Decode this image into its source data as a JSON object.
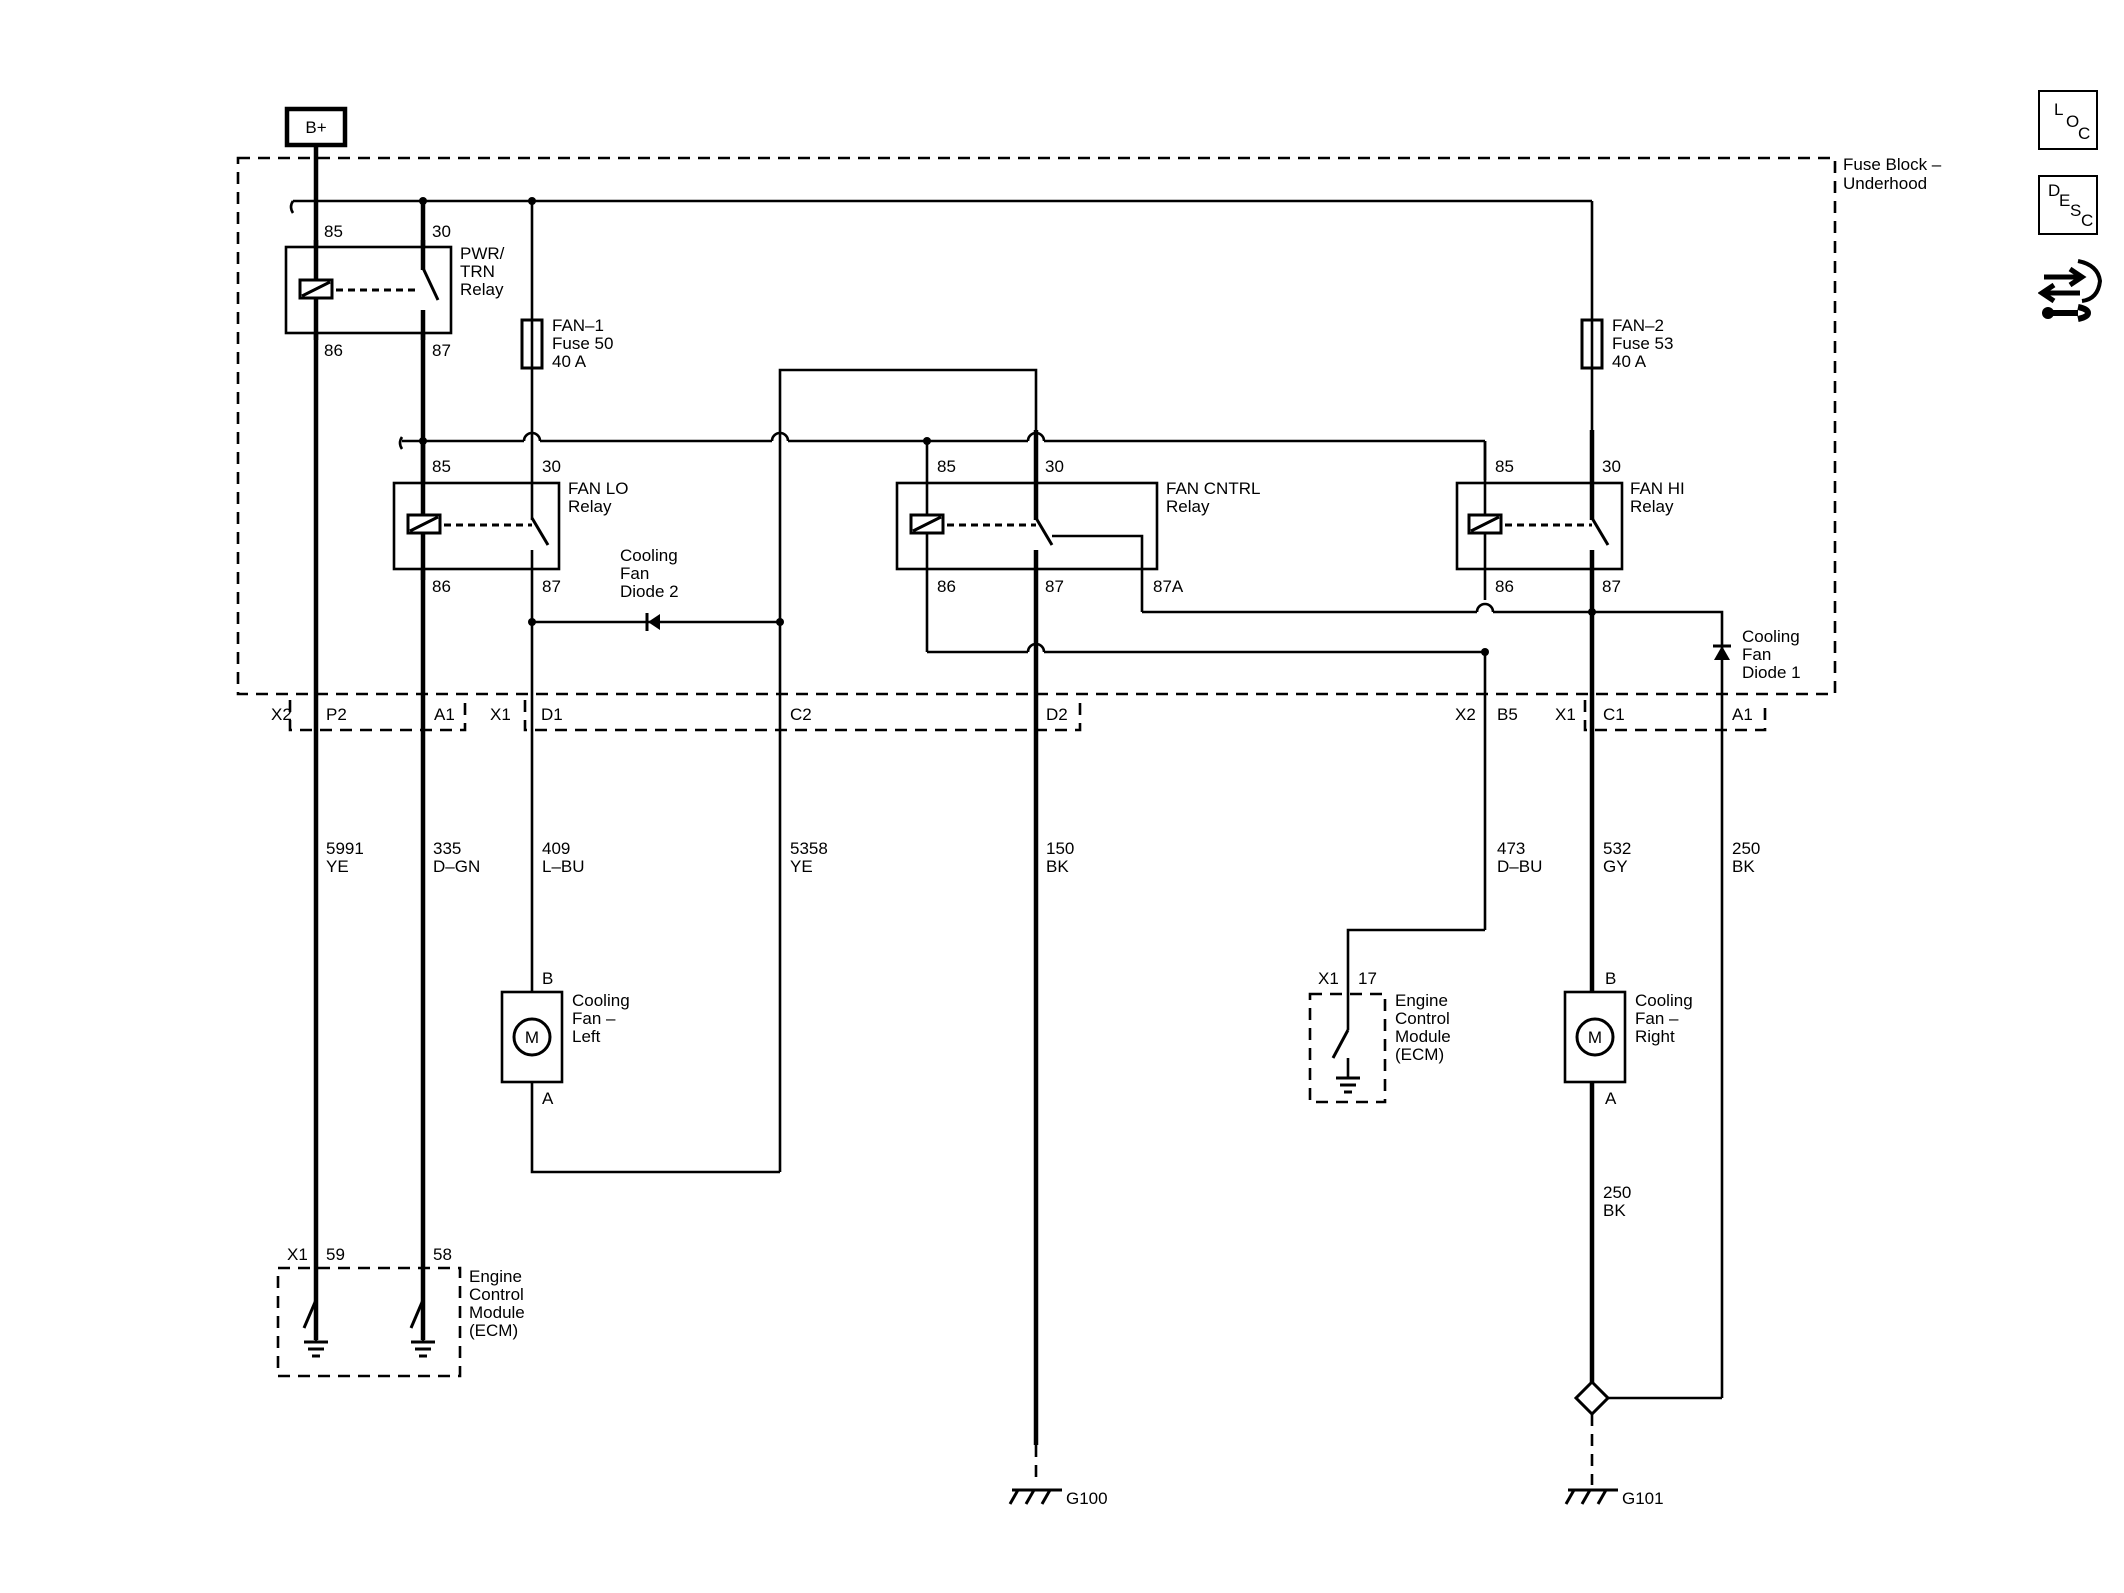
{
  "source": {
    "label": "B+"
  },
  "fuse_block": {
    "line1": "Fuse Block –",
    "line2": "Underhood"
  },
  "relays": {
    "pwr_trn": {
      "l1": "PWR/",
      "l2": "TRN",
      "l3": "Relay",
      "p85": "85",
      "p30": "30",
      "p86": "86",
      "p87": "87"
    },
    "fan_lo": {
      "l1": "FAN LO",
      "l2": "Relay",
      "p85": "85",
      "p30": "30",
      "p86": "86",
      "p87": "87"
    },
    "fan_cntrl": {
      "l1": "FAN CNTRL",
      "l2": "Relay",
      "p85": "85",
      "p30": "30",
      "p86": "86",
      "p87": "87",
      "p87a": "87A"
    },
    "fan_hi": {
      "l1": "FAN HI",
      "l2": "Relay",
      "p85": "85",
      "p30": "30",
      "p86": "86",
      "p87": "87"
    }
  },
  "fuses": {
    "fan1": {
      "l1": "FAN–1",
      "l2": "Fuse 50",
      "l3": "40 A"
    },
    "fan2": {
      "l1": "FAN–2",
      "l2": "Fuse 53",
      "l3": "40 A"
    }
  },
  "diodes": {
    "d2": {
      "l1": "Cooling",
      "l2": "Fan",
      "l3": "Diode 2"
    },
    "d1": {
      "l1": "Cooling",
      "l2": "Fan",
      "l3": "Diode 1"
    }
  },
  "connectors": {
    "x2_a": "X2",
    "p2": "P2",
    "a1_a": "A1",
    "x1_a": "X1",
    "d1": "D1",
    "c2": "C2",
    "d2": "D2",
    "x2_b": "X2",
    "b5": "B5",
    "x1_b": "X1",
    "c1": "C1",
    "a1_b": "A1"
  },
  "wires": {
    "w5991": {
      "num": "5991",
      "color": "YE"
    },
    "w335": {
      "num": "335",
      "color": "D–GN"
    },
    "w409": {
      "num": "409",
      "color": "L–BU"
    },
    "w5358": {
      "num": "5358",
      "color": "YE"
    },
    "w150": {
      "num": "150",
      "color": "BK"
    },
    "w473": {
      "num": "473",
      "color": "D–BU"
    },
    "w532": {
      "num": "532",
      "color": "GY"
    },
    "w250_a": {
      "num": "250",
      "color": "BK"
    },
    "w250_b": {
      "num": "250",
      "color": "BK"
    }
  },
  "motors": {
    "left": {
      "pin_b": "B",
      "pin_a": "A",
      "m": "M",
      "l1": "Cooling",
      "l2": "Fan –",
      "l3": "Left"
    },
    "right": {
      "pin_b": "B",
      "pin_a": "A",
      "m": "M",
      "l1": "Cooling",
      "l2": "Fan –",
      "l3": "Right"
    }
  },
  "ecm_mid": {
    "x1": "X1",
    "pin": "17",
    "l1": "Engine",
    "l2": "Control",
    "l3": "Module",
    "l4": "(ECM)"
  },
  "ecm_bottom": {
    "x1": "X1",
    "pin59": "59",
    "pin58": "58",
    "l1": "Engine",
    "l2": "Control",
    "l3": "Module",
    "l4": "(ECM)"
  },
  "grounds": {
    "g100": "G100",
    "g101": "G101"
  },
  "side_icons": {
    "loc": {
      "a": "L",
      "b": "O",
      "c": "C"
    },
    "desc": {
      "a": "D",
      "b": "E",
      "c": "S",
      "d": "C"
    }
  }
}
